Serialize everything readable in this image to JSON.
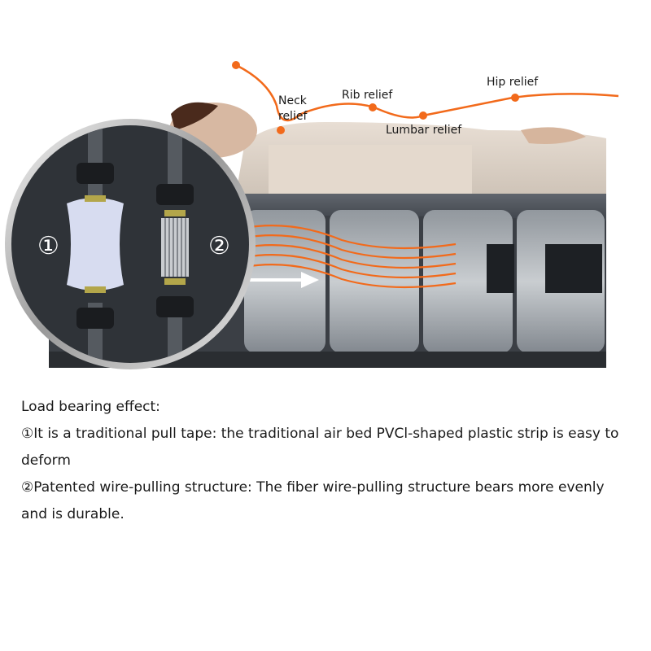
{
  "relief_labels": {
    "neck_1": "Neck",
    "neck_2": "relief",
    "rib": "Rib relief",
    "lumbar": "Lumbar relief",
    "hip": "Hip relief"
  },
  "inset": {
    "marker_1": "①",
    "marker_2": "②"
  },
  "colors": {
    "accent": "#f26a1b",
    "mattress_dark": "#4a4f57",
    "inset_bg": "#2f3338"
  },
  "description": {
    "heading": "Load bearing effect:",
    "point_1": "①It is a traditional pull tape: the traditional air bed PVCl-shaped plastic strip is easy to deform",
    "point_2": "②Patented wire-pulling structure: The fiber wire-pulling structure bears more evenly and is durable."
  }
}
